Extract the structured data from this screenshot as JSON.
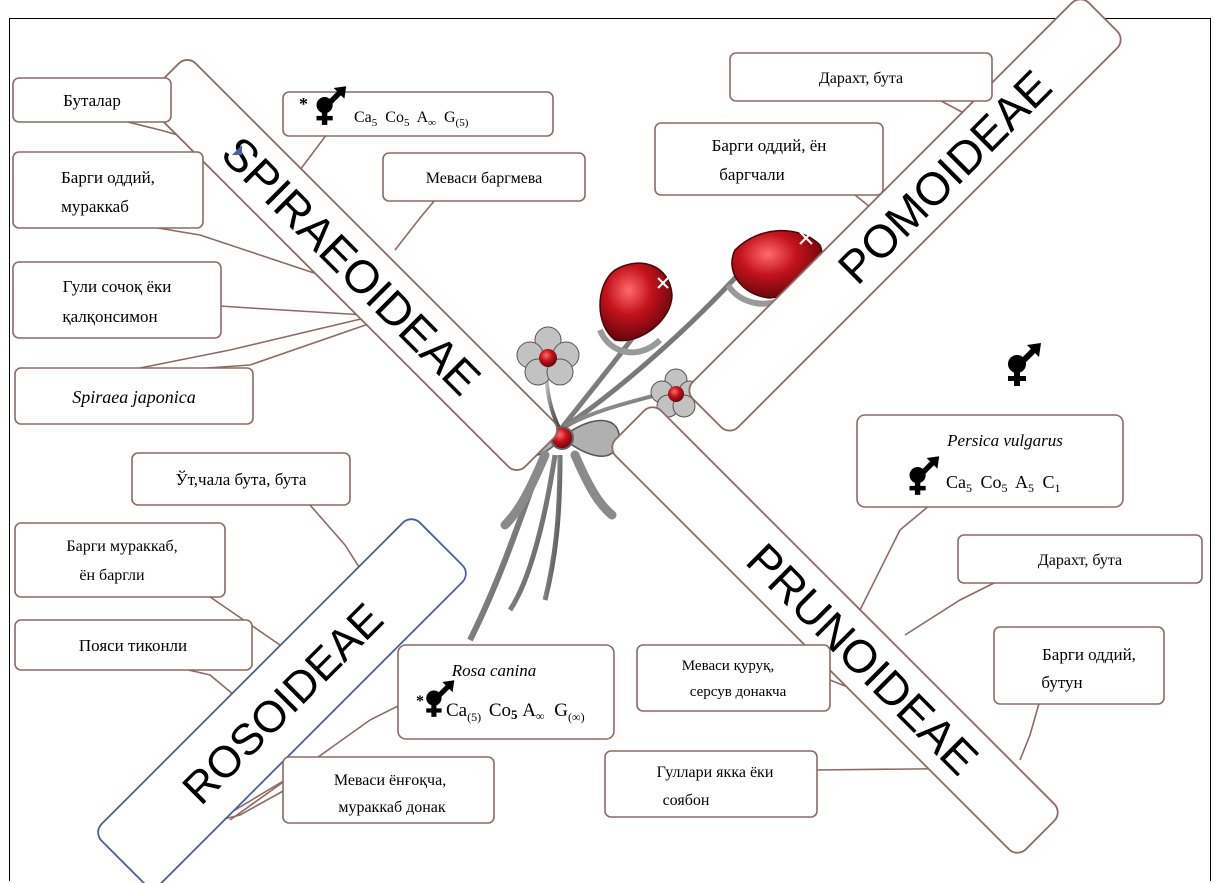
{
  "subfamilies": {
    "spiraeoideae": "SPIRAEOIDEAE",
    "pomoideae": "POMOIDEAE",
    "prunoideae": "PRUNOIDEAE",
    "rosoideae": "ROSOIDEAE"
  },
  "spiraeoideae_notes": {
    "butalar": "Буталар",
    "leaf_l1": "Барги оддий,",
    "leaf_l2": "мураккаб",
    "flower_l1": "Гули сочоқ ёки",
    "flower_l2": "қалқонсимон",
    "species": "Spiraea  japonica",
    "fruit": "Меваси баргмева",
    "formula": {
      "star": "*",
      "ca": "Ca",
      "ca_n": "5",
      "co": "Co",
      "co_n": "5",
      "a": "A",
      "a_n": "∞",
      "g": "G",
      "g_n": "(5)"
    }
  },
  "pomoideae_notes": {
    "habit": "Дарахт, бута",
    "leaf_l1": "Барги оддий, ён",
    "leaf_l2": "баргчали"
  },
  "prunoideae_notes": {
    "species": "Persica vulgarus",
    "formula": {
      "ca": "Ca",
      "ca_n": "5",
      "co": "Co",
      "co_n": "5",
      "a": "A",
      "a_n": "5",
      "c": "C",
      "c_n": "1"
    },
    "habit": "Дарахт, бута",
    "fruit_l1": "Меваси қуруқ,",
    "fruit_l2": "серсув донакча",
    "leaf_l1": "Барги оддий,",
    "leaf_l2": "бутун",
    "flower_l1": "Гуллари якка ёки",
    "flower_l2": "соябон"
  },
  "rosoideae_notes": {
    "habit": "Ўт,чала бута, бута",
    "leaf_l1": "Барги мураккаб,",
    "leaf_l2": "ён баргли",
    "receptacle": "Пояси тиконли",
    "species": "Rosa canina",
    "formula": {
      "star": "*",
      "ca": "Ca",
      "ca_n": "(5)",
      "co": "Co",
      "co_n": "5",
      "a": "A",
      "a_n": "∞",
      "g": "G",
      "g_n": "(∞)"
    },
    "fruit_l1": "Меваси ёнғоқча,",
    "fruit_l2": "мураккаб донак"
  },
  "colors": {
    "box_border": "#8b6b63",
    "rosoideae_border": "#4a5f9c",
    "rose_red": "#b3141c",
    "silver": "#9a9a9a"
  },
  "icons": [
    "bisexual-flower-icon"
  ]
}
